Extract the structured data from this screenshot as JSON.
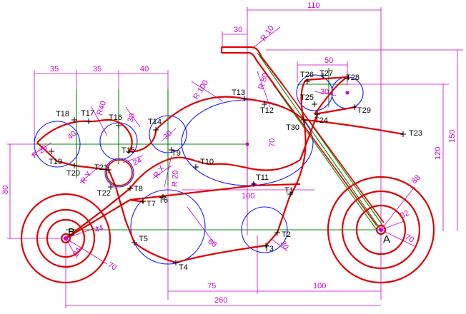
{
  "drawing": {
    "wheel_rear_label": "B",
    "wheel_front_label": "A",
    "dimensions": {
      "d110": "110",
      "d30": "30",
      "r10": "R 10",
      "d50": "50",
      "d35a": "35",
      "d35b": "35",
      "d40": "40",
      "r100": "R 100",
      "r80": "R 80",
      "r40": "R40",
      "d30b": "30",
      "d30c": "30",
      "d30d": "30",
      "d40b": "40",
      "r20": "R 20",
      "ry": "R Y",
      "rx": "R X",
      "d24": "24",
      "r20b": "R 20",
      "d70": "70",
      "d150": "150",
      "d120": "120",
      "d80": "80",
      "d100": "100",
      "d44": "44",
      "d24b": "24",
      "d70b": "70",
      "d88": "88",
      "d32": "32",
      "d70c": "70",
      "d60": "60",
      "d30e": "30",
      "d75": "75",
      "d100b": "100",
      "d260": "260"
    },
    "points": {
      "T1": "T1",
      "T2": "T2",
      "T3": "T3",
      "T4": "T4",
      "T5": "T5",
      "T6": "T6",
      "T7": "T7",
      "T8": "T8",
      "T9": "T9",
      "T10": "T10",
      "T11": "T11",
      "T12": "T12",
      "T13": "T13",
      "T14": "T14",
      "T15": "T15",
      "T16": "T16",
      "T17": "T17",
      "T18": "T18",
      "T19": "T19",
      "T20": "T20",
      "T21": "T21",
      "T22": "T22",
      "T23": "T23",
      "T24": "T24",
      "T25": "T25",
      "T26": "T26",
      "T27": "T27",
      "T28": "T28",
      "T29": "T29",
      "T30": "T30"
    },
    "colors": {
      "outline": "#e00000",
      "construction": "#1a1aff",
      "centerline": "#008800",
      "dimension": "#cc00cc"
    }
  }
}
